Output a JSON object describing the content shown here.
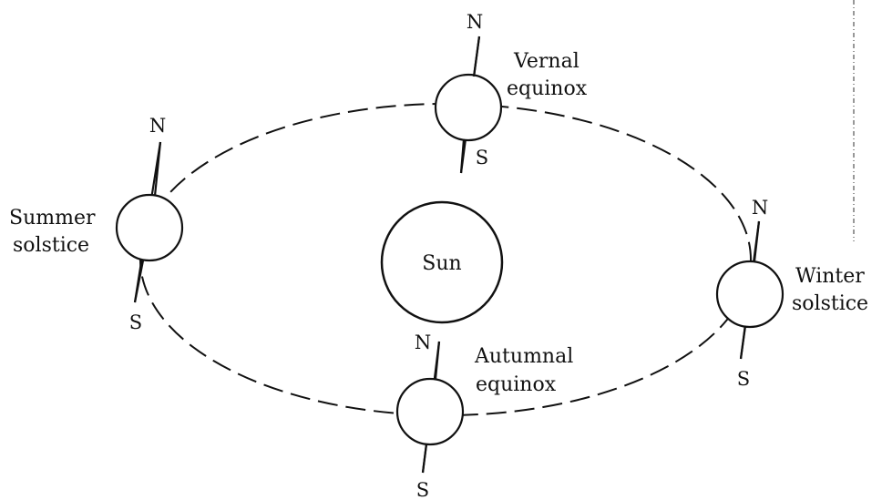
{
  "sun": {
    "label": "Sun"
  },
  "pole_labels": {
    "north": "N",
    "south": "S"
  },
  "positions": [
    {
      "id": "vernal",
      "line1": "Vernal",
      "line2": "equinox"
    },
    {
      "id": "summer",
      "line1": "Summer",
      "line2": "solstice"
    },
    {
      "id": "winter",
      "line1": "Winter",
      "line2": "solstice"
    },
    {
      "id": "autumnal",
      "line1": "Autumnal",
      "line2": "equinox"
    }
  ]
}
